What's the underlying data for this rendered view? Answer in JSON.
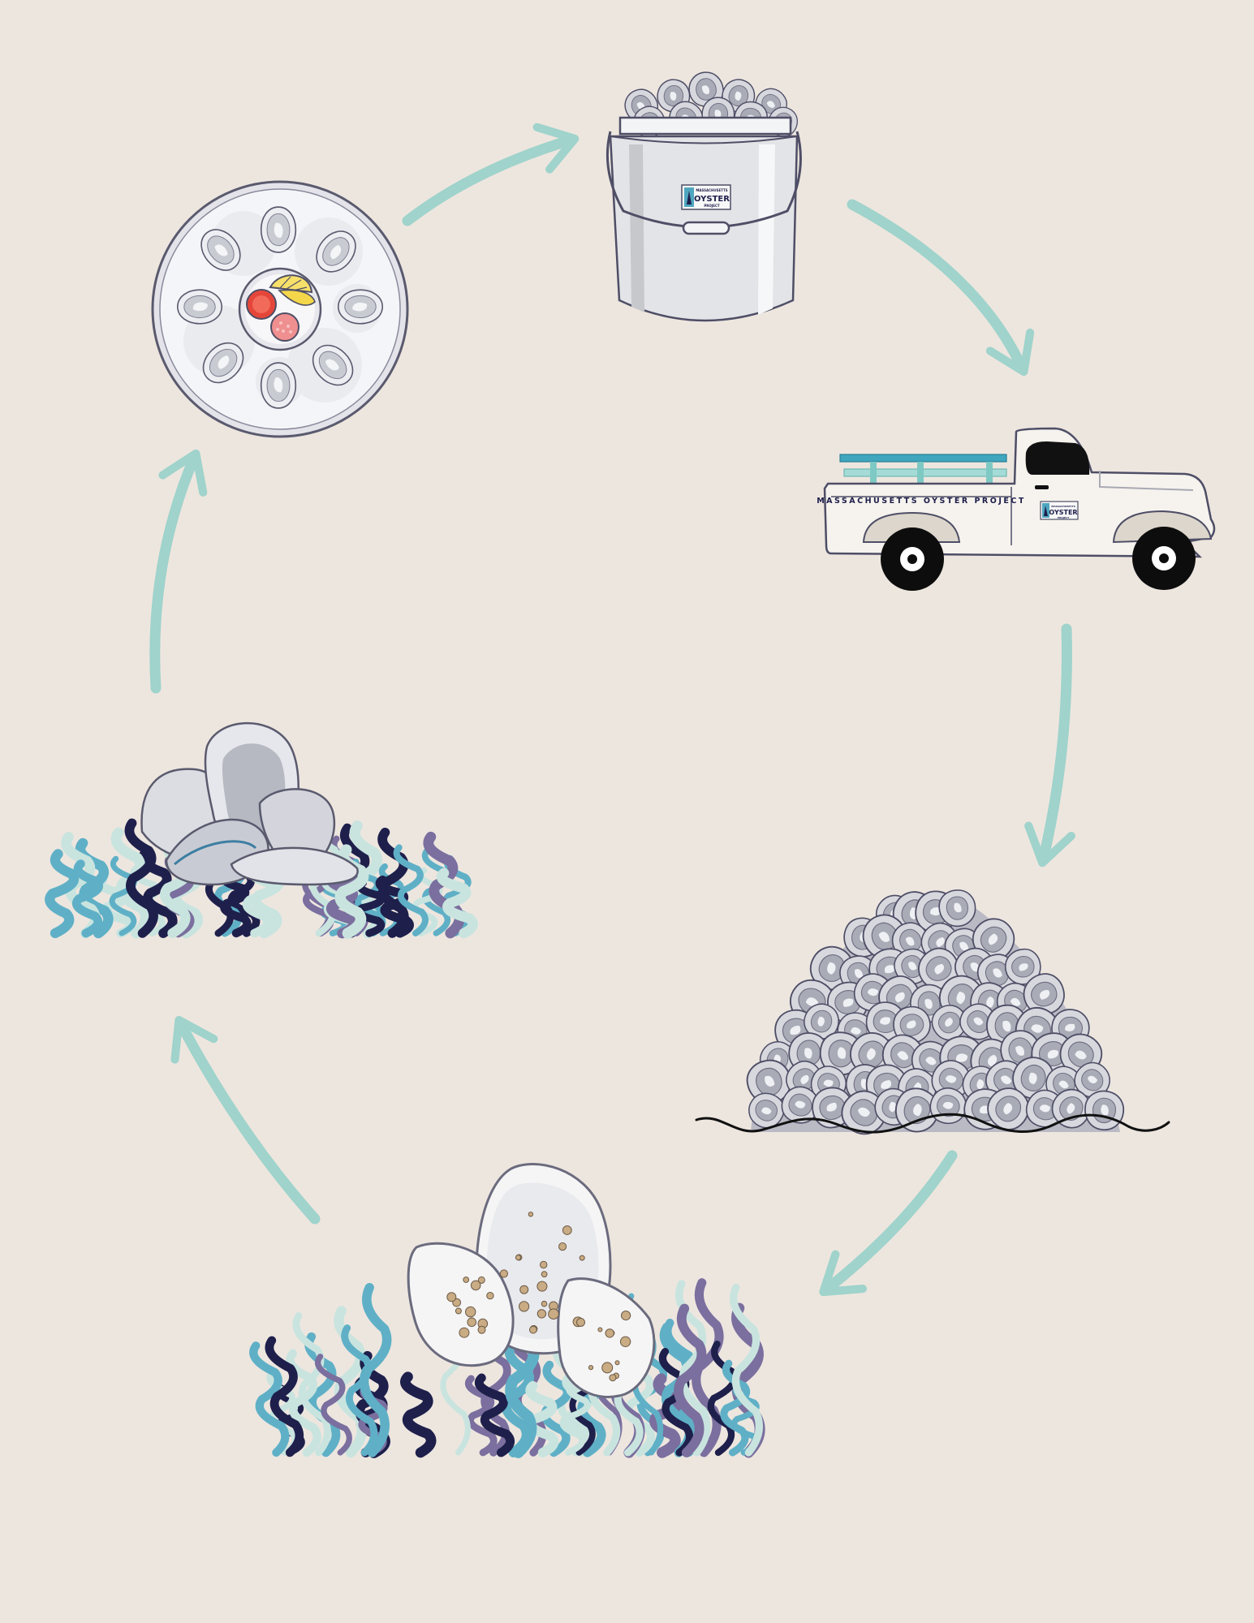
{
  "diagram": {
    "type": "cycle",
    "colors": {
      "background": "#ede6df",
      "arrow": "#9fd3cb",
      "shell_outline": "#5a5a6e",
      "shell_fill": "#d3d3d8",
      "seaweed_navy": "#1e1f4b",
      "seaweed_blue": "#5fb0c6",
      "seaweed_mint": "#c9e4df",
      "truck_body": "#f6f3ee",
      "truck_rails": "#5bb7c9"
    },
    "stages": [
      {
        "id": "oyster-platter",
        "icon": "oyster-platter-icon"
      },
      {
        "id": "shell-bucket",
        "icon": "shell-bucket-icon"
      },
      {
        "id": "pickup-truck",
        "icon": "pickup-truck-icon"
      },
      {
        "id": "shell-pile",
        "icon": "shell-pile-icon"
      },
      {
        "id": "shells-with-spat",
        "icon": "spat-shells-icon"
      },
      {
        "id": "oyster-reef",
        "icon": "oyster-reef-icon"
      }
    ]
  },
  "bucket": {
    "badge_line1": "MASSACHUSETTS",
    "badge_line2": "OYSTER",
    "badge_line3": "PROJECT"
  },
  "truck": {
    "door_text": "MASSACHUSETTS OYSTER PROJECT",
    "badge_line1": "MASSACHUSETTS",
    "badge_line2": "OYSTER",
    "badge_line3": "PROJECT"
  }
}
